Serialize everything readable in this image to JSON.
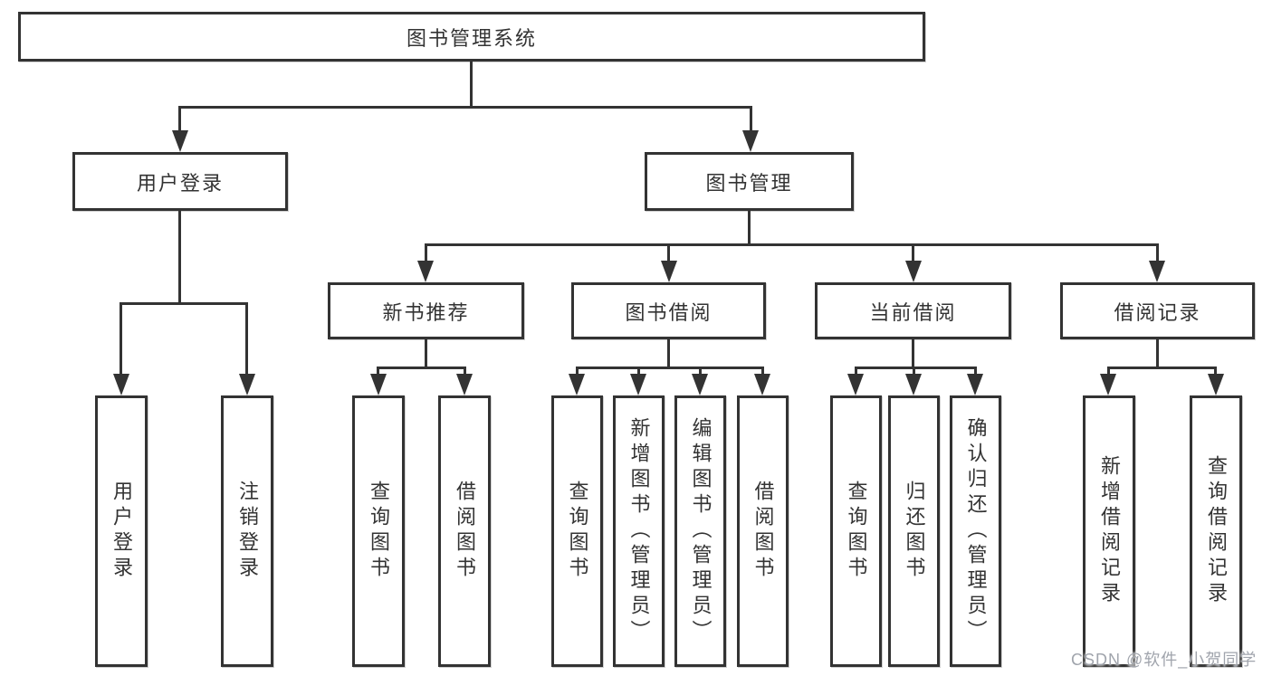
{
  "tree": {
    "root": {
      "label": "图书管理系统"
    },
    "branches": [
      {
        "label": "用户登录",
        "children": [
          {
            "label": "用户登录"
          },
          {
            "label": "注销登录"
          }
        ]
      },
      {
        "label": "图书管理",
        "groups": [
          {
            "label": "新书推荐",
            "children": [
              {
                "label": "查询图书"
              },
              {
                "label": "借阅图书"
              }
            ]
          },
          {
            "label": "图书借阅",
            "children": [
              {
                "label": "查询图书"
              },
              {
                "label": "新增图书（管理员）"
              },
              {
                "label": "编辑图书（管理员）"
              },
              {
                "label": "借阅图书"
              }
            ]
          },
          {
            "label": "当前借阅",
            "children": [
              {
                "label": "查询图书"
              },
              {
                "label": "归还图书"
              },
              {
                "label": "确认归还（管理员）"
              }
            ]
          },
          {
            "label": "借阅记录",
            "children": [
              {
                "label": "新增借阅记录"
              },
              {
                "label": "查询借阅记录"
              }
            ]
          }
        ]
      }
    ]
  },
  "watermark": {
    "text": "CSDN @软件_小贺同学"
  },
  "colors": {
    "line": "#333333",
    "box_border": "#333333",
    "box_fill": "#ffffff",
    "text": "#333333",
    "watermark": "#a0a4ac"
  }
}
